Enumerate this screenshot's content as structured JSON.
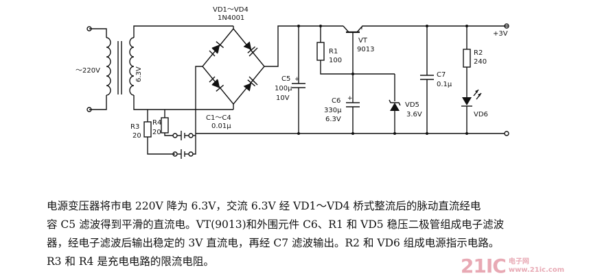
{
  "labels": {
    "bridge_name": "VD1～VD4",
    "bridge_part": "1N4001",
    "transformer_in": "～220V",
    "transformer_out": "6.3V",
    "r3_name": "R3",
    "r3_value": "20",
    "r4_name": "R4",
    "r4_value": "20",
    "caps_name": "C1～C4",
    "caps_value": "0.01μ",
    "c5_name": "C5",
    "c5_value": "100μ",
    "c5_voltage": "10V",
    "r1_name": "R1",
    "r1_value": "100",
    "c6_name": "C6",
    "c6_value": "330μ",
    "c6_voltage": "6.3V",
    "vt_name": "VT",
    "vt_part": "9013",
    "vd5_name": "VD5",
    "vd5_value": "3.6V",
    "c7_name": "C7",
    "c7_value": "0.1μ",
    "r2_name": "R2",
    "r2_value": "240",
    "vd6_name": "VD6",
    "output": "+3V"
  },
  "description": [
    "电源变压器将市电 220V 降为 6.3V，交流 6.3V 经 VD1～VD4 桥式整流后的脉动直流经电",
    "容 C5 滤波得到平滑的直流电。VT(9013)和外围元件 C6、R1 和 VD5 稳压二极管组成电子滤波",
    "器，经电子滤波后输出稳定的 3V 直流电，再经 C7 滤波输出。R2 和 VD6 组成电源指示电路。",
    "R3 和 R4 是充电电路的限流电阻。"
  ],
  "watermark": {
    "logo": "21IC",
    "cn": "电子网",
    "url": "www.21ic.com",
    "color": "#e8a9b4"
  }
}
